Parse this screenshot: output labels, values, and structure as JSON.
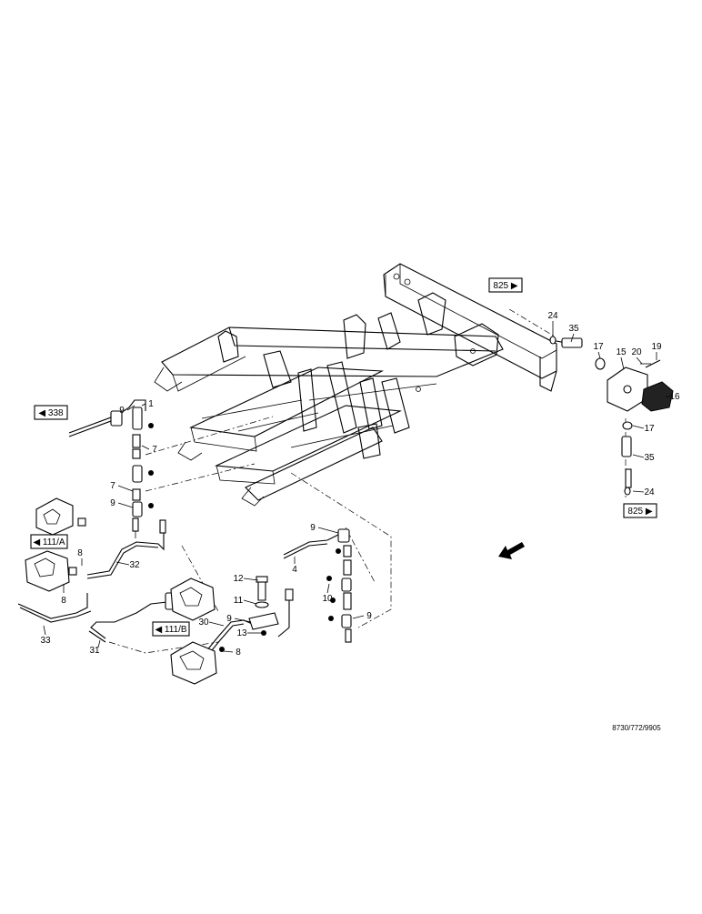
{
  "drawing_code": "8730/772/9905",
  "reference_boxes": [
    {
      "text": "825 ▶"
    },
    {
      "text": "◀ 338"
    },
    {
      "text": "825 ▶"
    },
    {
      "text": "◀ 111/A"
    },
    {
      "text": "◀ 111/B"
    }
  ],
  "callouts": [
    "24",
    "35",
    "17",
    "15",
    "20",
    "19",
    "16",
    "17",
    "35",
    "24",
    "9",
    "1",
    "7",
    "7",
    "9",
    "8",
    "32",
    "8",
    "33",
    "9",
    "4",
    "12",
    "11",
    "10",
    "30",
    "9",
    "13",
    "9",
    "31",
    "8"
  ]
}
